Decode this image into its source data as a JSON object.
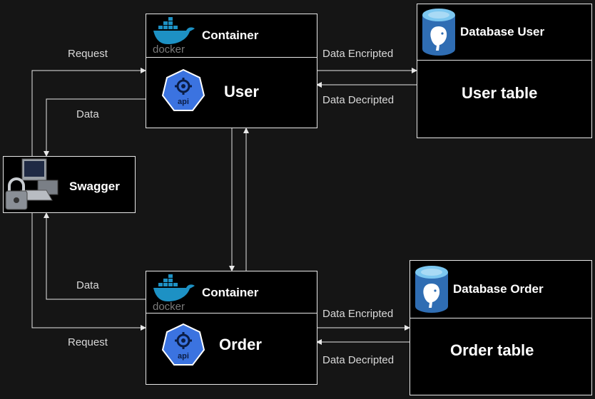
{
  "user_container": {
    "header": "Container",
    "title": "User",
    "docker_text": "docker",
    "api_text": "api"
  },
  "order_container": {
    "header": "Container",
    "title": "Order",
    "docker_text": "docker",
    "api_text": "api"
  },
  "db_user": {
    "header": "Database User",
    "table": "User table"
  },
  "db_order": {
    "header": "Database Order",
    "table": "Order table"
  },
  "swagger": {
    "title": "Swagger"
  },
  "edges": {
    "request_top": "Request",
    "data_top": "Data",
    "data_bottom": "Data",
    "request_bottom": "Request",
    "enc_user": "Data Encripted",
    "dec_user": "Data Decripted",
    "enc_order": "Data Encripted",
    "dec_order": "Data Decripted"
  },
  "colors": {
    "background": "#151515",
    "docker_blue": "#1d91c4",
    "api_blue": "#3b73e0",
    "postgres_blue": "#2f6db3",
    "line": "#e8e8e8"
  }
}
